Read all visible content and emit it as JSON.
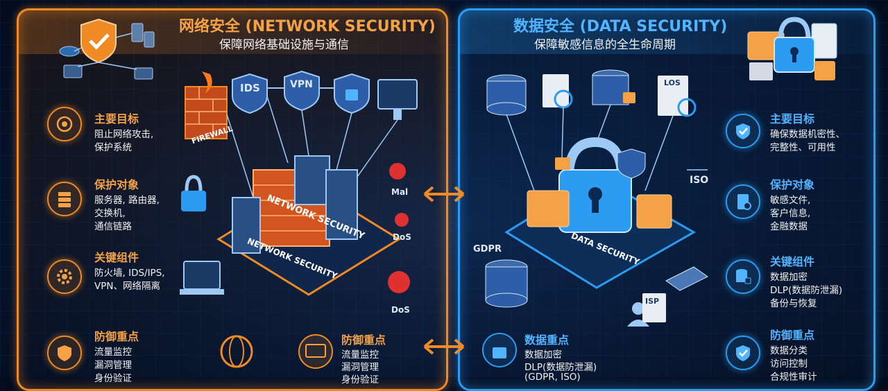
{
  "network": {
    "title": "网络安全 (NETWORK SECURITY)",
    "subtitle": "保障网络基础设施与通信",
    "sections": [
      {
        "title": "主要目标",
        "lines": [
          "阻止网络攻击,",
          "保护系统"
        ]
      },
      {
        "title": "保护对象",
        "lines": [
          "服务器, 路由器,",
          "交换机,",
          "通信链路"
        ]
      },
      {
        "title": "关键组件",
        "lines": [
          "防火墙, IDS/IPS,",
          "VPN、网络隔离"
        ]
      },
      {
        "title": "防御重点",
        "lines": [
          "流量监控",
          "漏洞管理",
          "身份验证"
        ]
      }
    ],
    "defense_center": {
      "title": "防御重点",
      "lines": [
        "流量监控",
        "漏洞管理",
        "身份验证"
      ]
    },
    "labels": {
      "firewall": "FIREWALL",
      "ids": "IDS",
      "vpn": "VPN",
      "center_top": "NETWORK SECURITY",
      "center_bottom": "NETWORK SECURITY",
      "mal": "Mal",
      "dos1": "DoS",
      "dos2": "DoS"
    }
  },
  "data": {
    "title": "数据安全 (DATA SECURITY)",
    "subtitle": "保障敏感信息的全生命周期",
    "sections": [
      {
        "title": "主要目标",
        "lines": [
          "确保数据机密性、",
          "完整性、可用性"
        ]
      },
      {
        "title": "保护对象",
        "lines": [
          "敏感文件,",
          "客户信息,",
          "金融数据"
        ]
      },
      {
        "title": "关键组件",
        "lines": [
          "数据加密",
          "DLP(数据防泄漏)",
          "备份与恢复"
        ]
      },
      {
        "title": "防御重点",
        "lines": [
          "数据分类",
          "访问控制",
          "合规性审计"
        ]
      }
    ],
    "focus": {
      "title": "数据重点",
      "lines": [
        "数据加密",
        "DLP(数据防泄漏)",
        "(GDPR, ISO)"
      ]
    },
    "labels": {
      "los": "LOS",
      "iso": "ISO",
      "gdpr": "GDPR",
      "isp": "ISP",
      "center": "DATA SECURITY"
    }
  },
  "colors": {
    "network_accent": "#f08a24",
    "data_accent": "#2c9cf2",
    "background": "#071630"
  }
}
